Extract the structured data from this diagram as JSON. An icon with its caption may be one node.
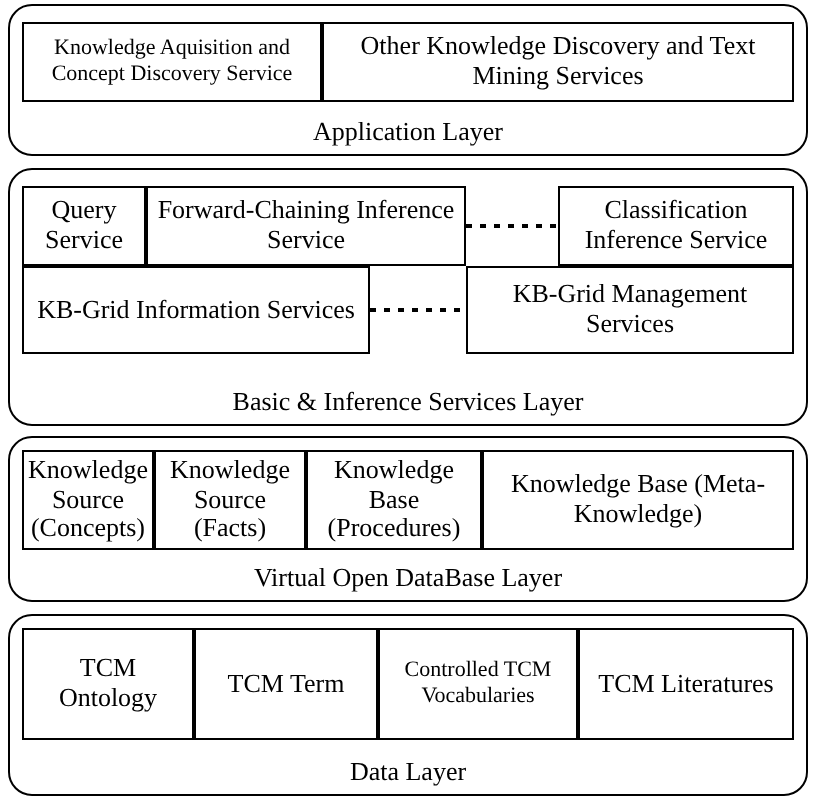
{
  "diagram": {
    "nodes": [
      {
        "text": [
          "Application Layer"
        ]
      },
      {
        "text": [
          "Knowledge Aquisition and Concept Discovery Service"
        ],
        "in": 0
      },
      {
        "text": [
          "Other Knowledge Discovery and Text Mining Services"
        ],
        "in": 0
      },
      {
        "text": [
          "Basic & Inference Services Layer"
        ]
      },
      {
        "text": [
          "Query Service"
        ],
        "in": 3
      },
      {
        "text": [
          "Forward-Chaining Inference Service"
        ],
        "in": 3
      },
      {
        "text": [
          "Classification Inference Service"
        ],
        "in": 3
      },
      {
        "text": [
          "KB-Grid Information Services"
        ],
        "in": 3
      },
      {
        "text": [
          "KB-Grid Management Services"
        ],
        "in": 3
      },
      {
        "text": [
          "Virtual Open DataBase Layer"
        ]
      },
      {
        "text": [
          "Knowledge Source (Concepts)"
        ],
        "in": 9
      },
      {
        "text": [
          "Knowledge Source (Facts)"
        ],
        "in": 9
      },
      {
        "text": [
          "Knowledge Base (Procedures)"
        ],
        "in": 9
      },
      {
        "text": [
          "Knowledge Base (Meta-Knowledge)"
        ],
        "in": 9
      },
      {
        "text": [
          "Data Layer"
        ]
      },
      {
        "text": [
          "TCM Ontology"
        ],
        "in": 14
      },
      {
        "text": [
          "TCM Term"
        ],
        "in": 14
      },
      {
        "text": [
          "Controlled TCM Vocabularies"
        ],
        "in": 14
      },
      {
        "text": [
          "TCM Literatures"
        ],
        "in": 14
      }
    ],
    "edges": [
      {
        "from": 5,
        "to": 6,
        "arrow": "none",
        "style": "dashed"
      },
      {
        "from": 7,
        "to": 8,
        "arrow": "none",
        "style": "dashed"
      }
    ]
  }
}
